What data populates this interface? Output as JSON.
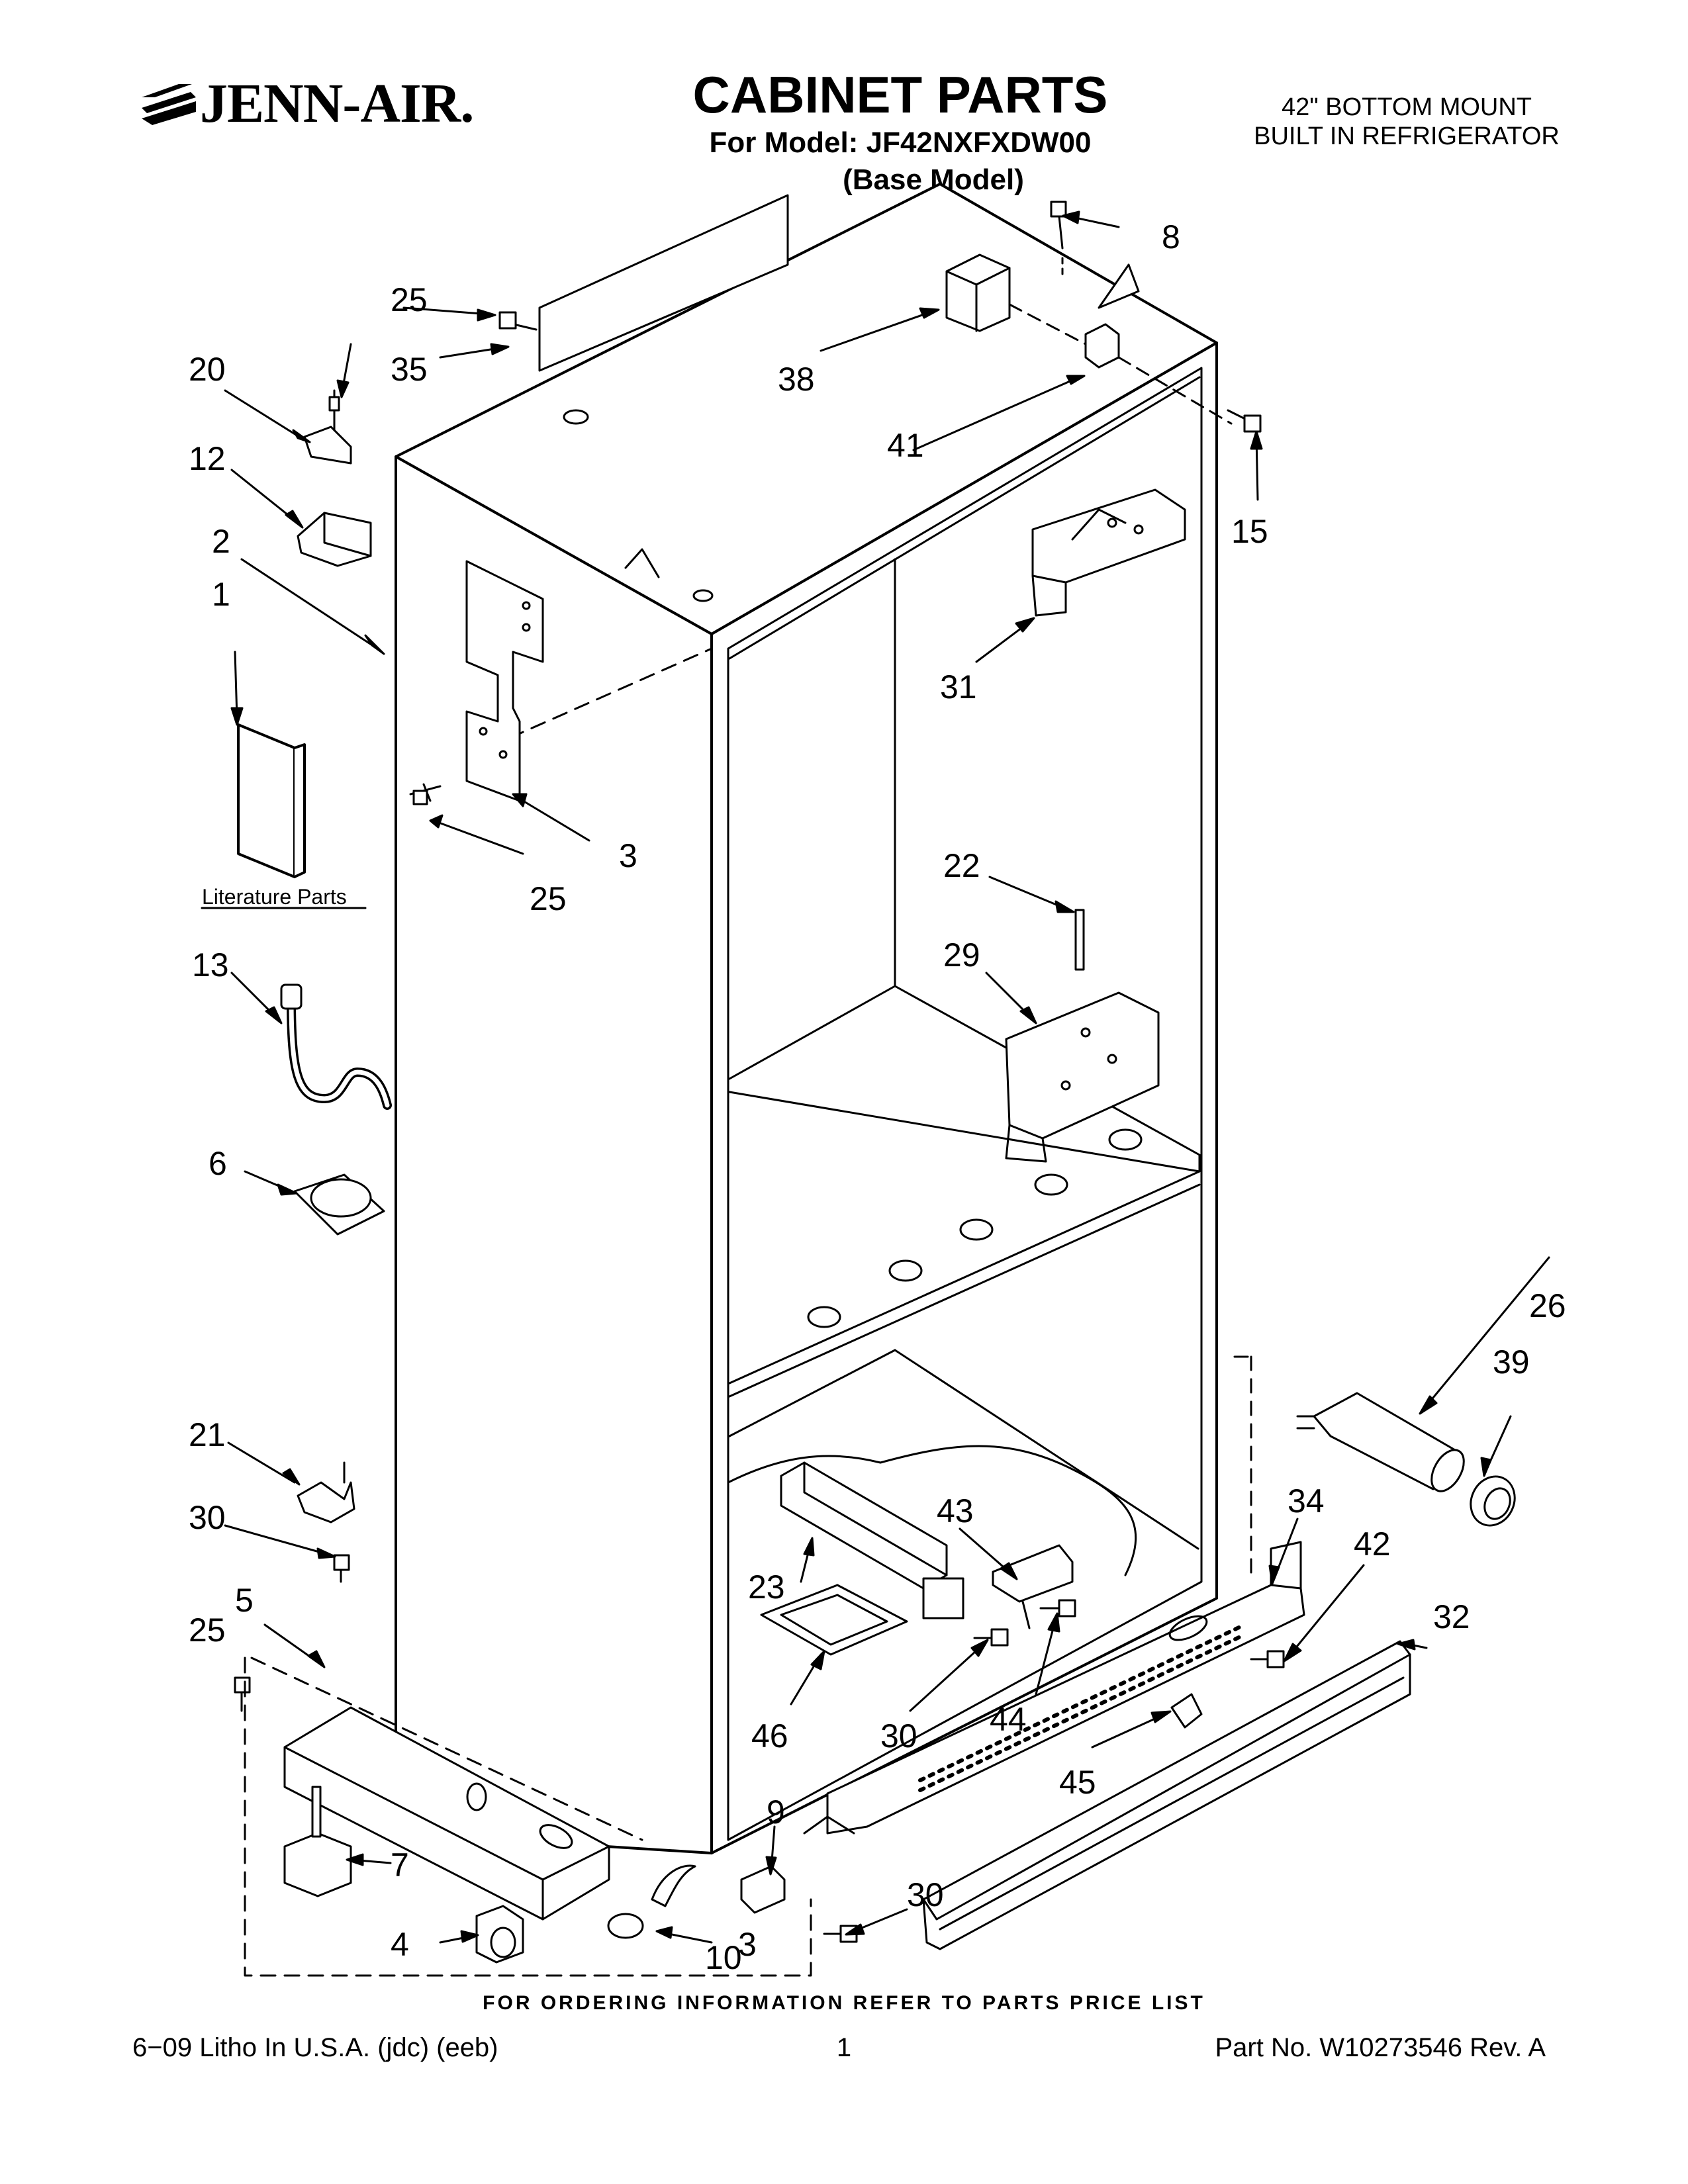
{
  "header": {
    "brand": "JENN-AIR.",
    "title": "CABINET PARTS",
    "subtitle": "For Model: JF42NXFXDW00",
    "base_model": "(Base Model)",
    "product_line1": "42\" BOTTOM MOUNT",
    "product_line2": "BUILT IN REFRIGERATOR"
  },
  "diagram": {
    "literature_label": "Literature Parts",
    "callouts": [
      "1",
      "2",
      "3",
      "3",
      "4",
      "5",
      "6",
      "7",
      "8",
      "9",
      "10",
      "12",
      "13",
      "15",
      "20",
      "21",
      "22",
      "23",
      "25",
      "25",
      "25",
      "26",
      "29",
      "30",
      "30",
      "30",
      "31",
      "32",
      "34",
      "35",
      "38",
      "39",
      "41",
      "42",
      "43",
      "44",
      "45",
      "46"
    ]
  },
  "footer": {
    "ordering_note": "FOR ORDERING INFORMATION REFER TO PARTS PRICE LIST",
    "litho": "6−09 Litho In U.S.A. (jdc) (eeb)",
    "page_number": "1",
    "part_number": "Part No. W10273546 Rev. A"
  }
}
